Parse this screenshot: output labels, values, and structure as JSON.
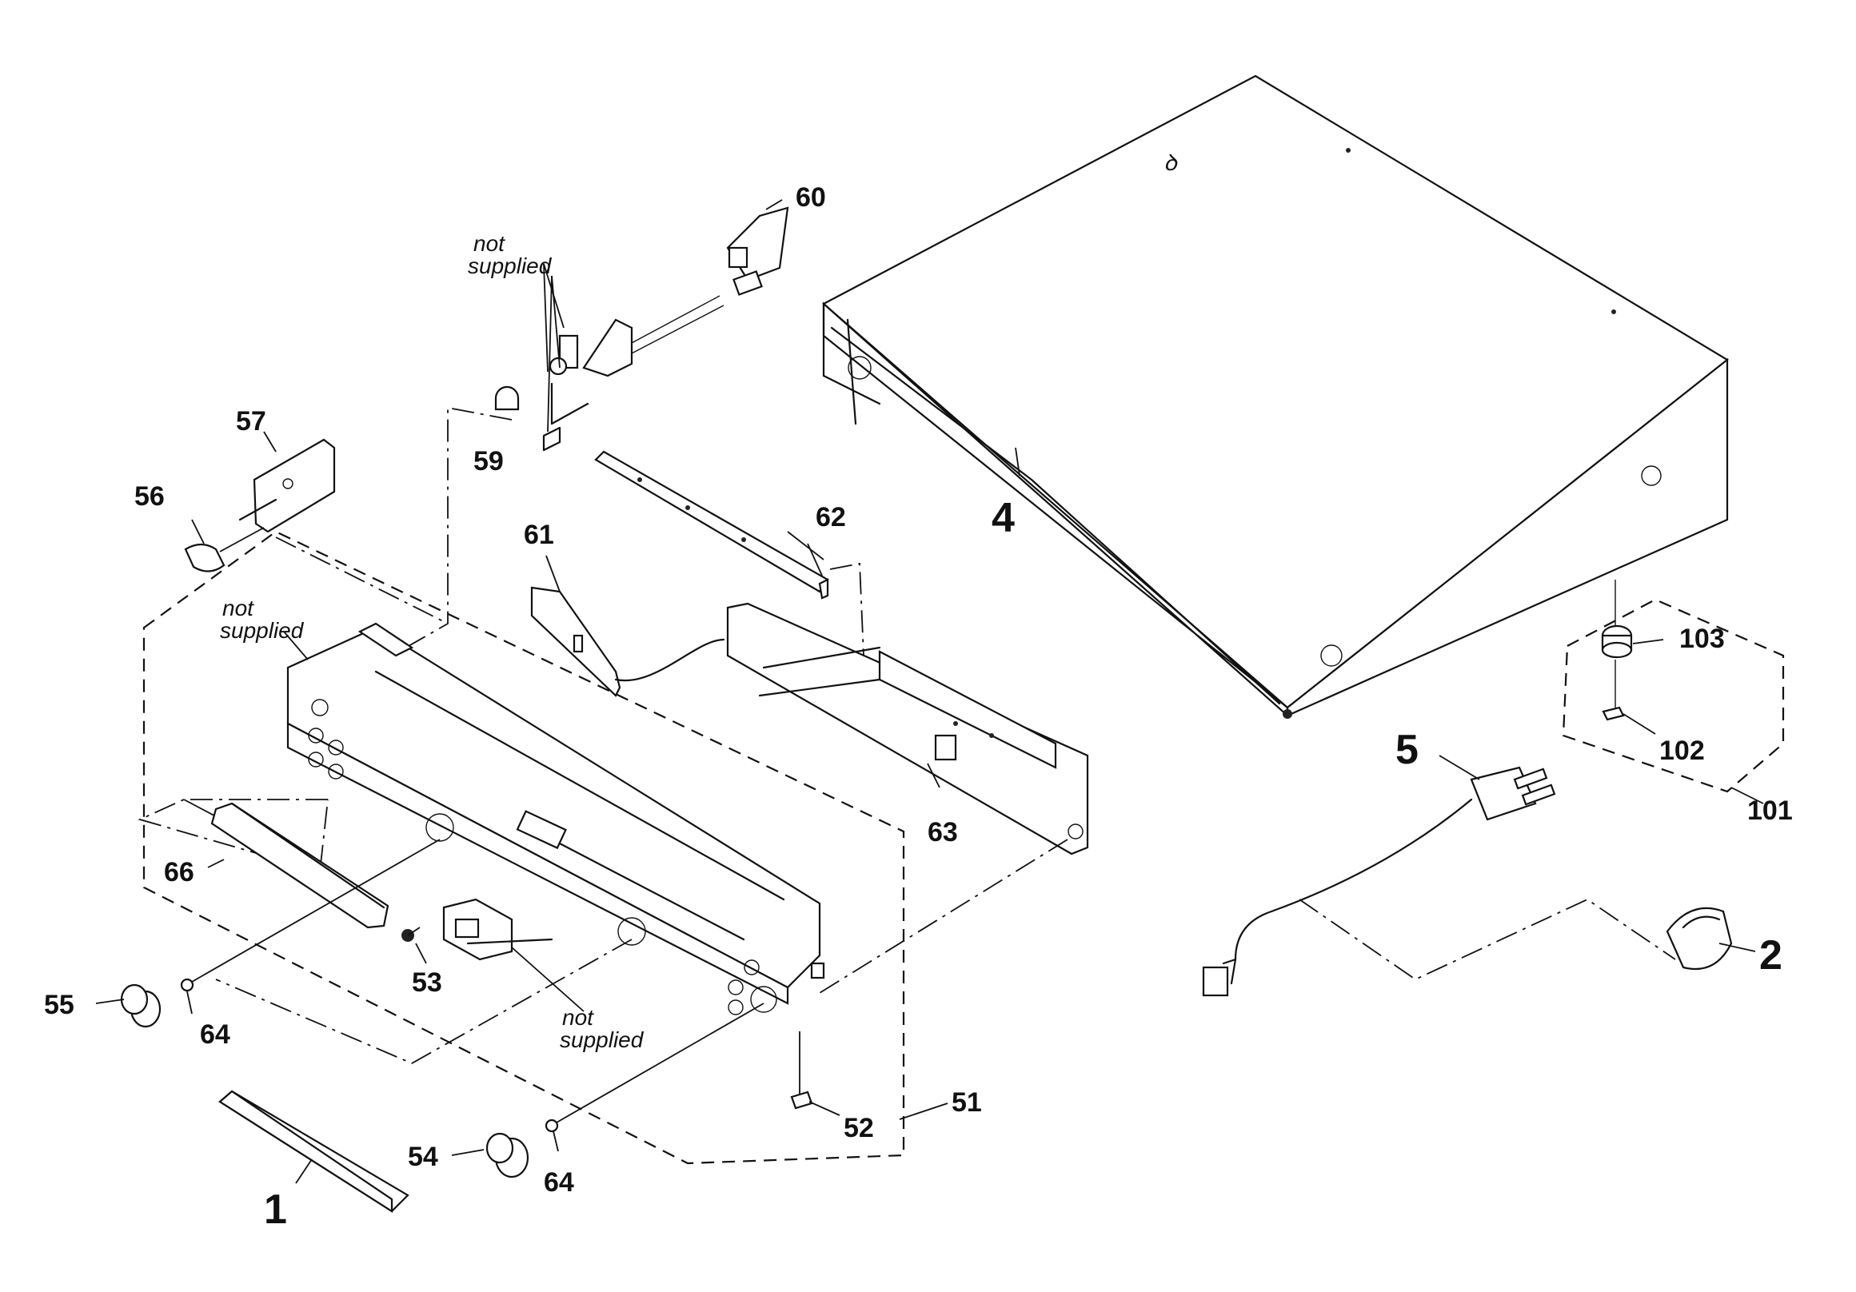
{
  "labels": {
    "p1": "1",
    "p2": "2",
    "p4": "4",
    "p5": "5",
    "p51": "51",
    "p52": "52",
    "p53": "53",
    "p54": "54",
    "p55": "55",
    "p56": "56",
    "p57": "57",
    "p59": "59",
    "p60": "60",
    "p61": "61",
    "p62": "62",
    "p63": "63",
    "p64a": "64",
    "p64b": "64",
    "p66": "66",
    "p101": "101",
    "p102": "102",
    "p103": "103"
  },
  "notes": {
    "n1_l1": "not",
    "n1_l2": "supplied",
    "n2_l1": "not",
    "n2_l2": "supplied",
    "n3_l1": "not",
    "n3_l2": "supplied"
  }
}
